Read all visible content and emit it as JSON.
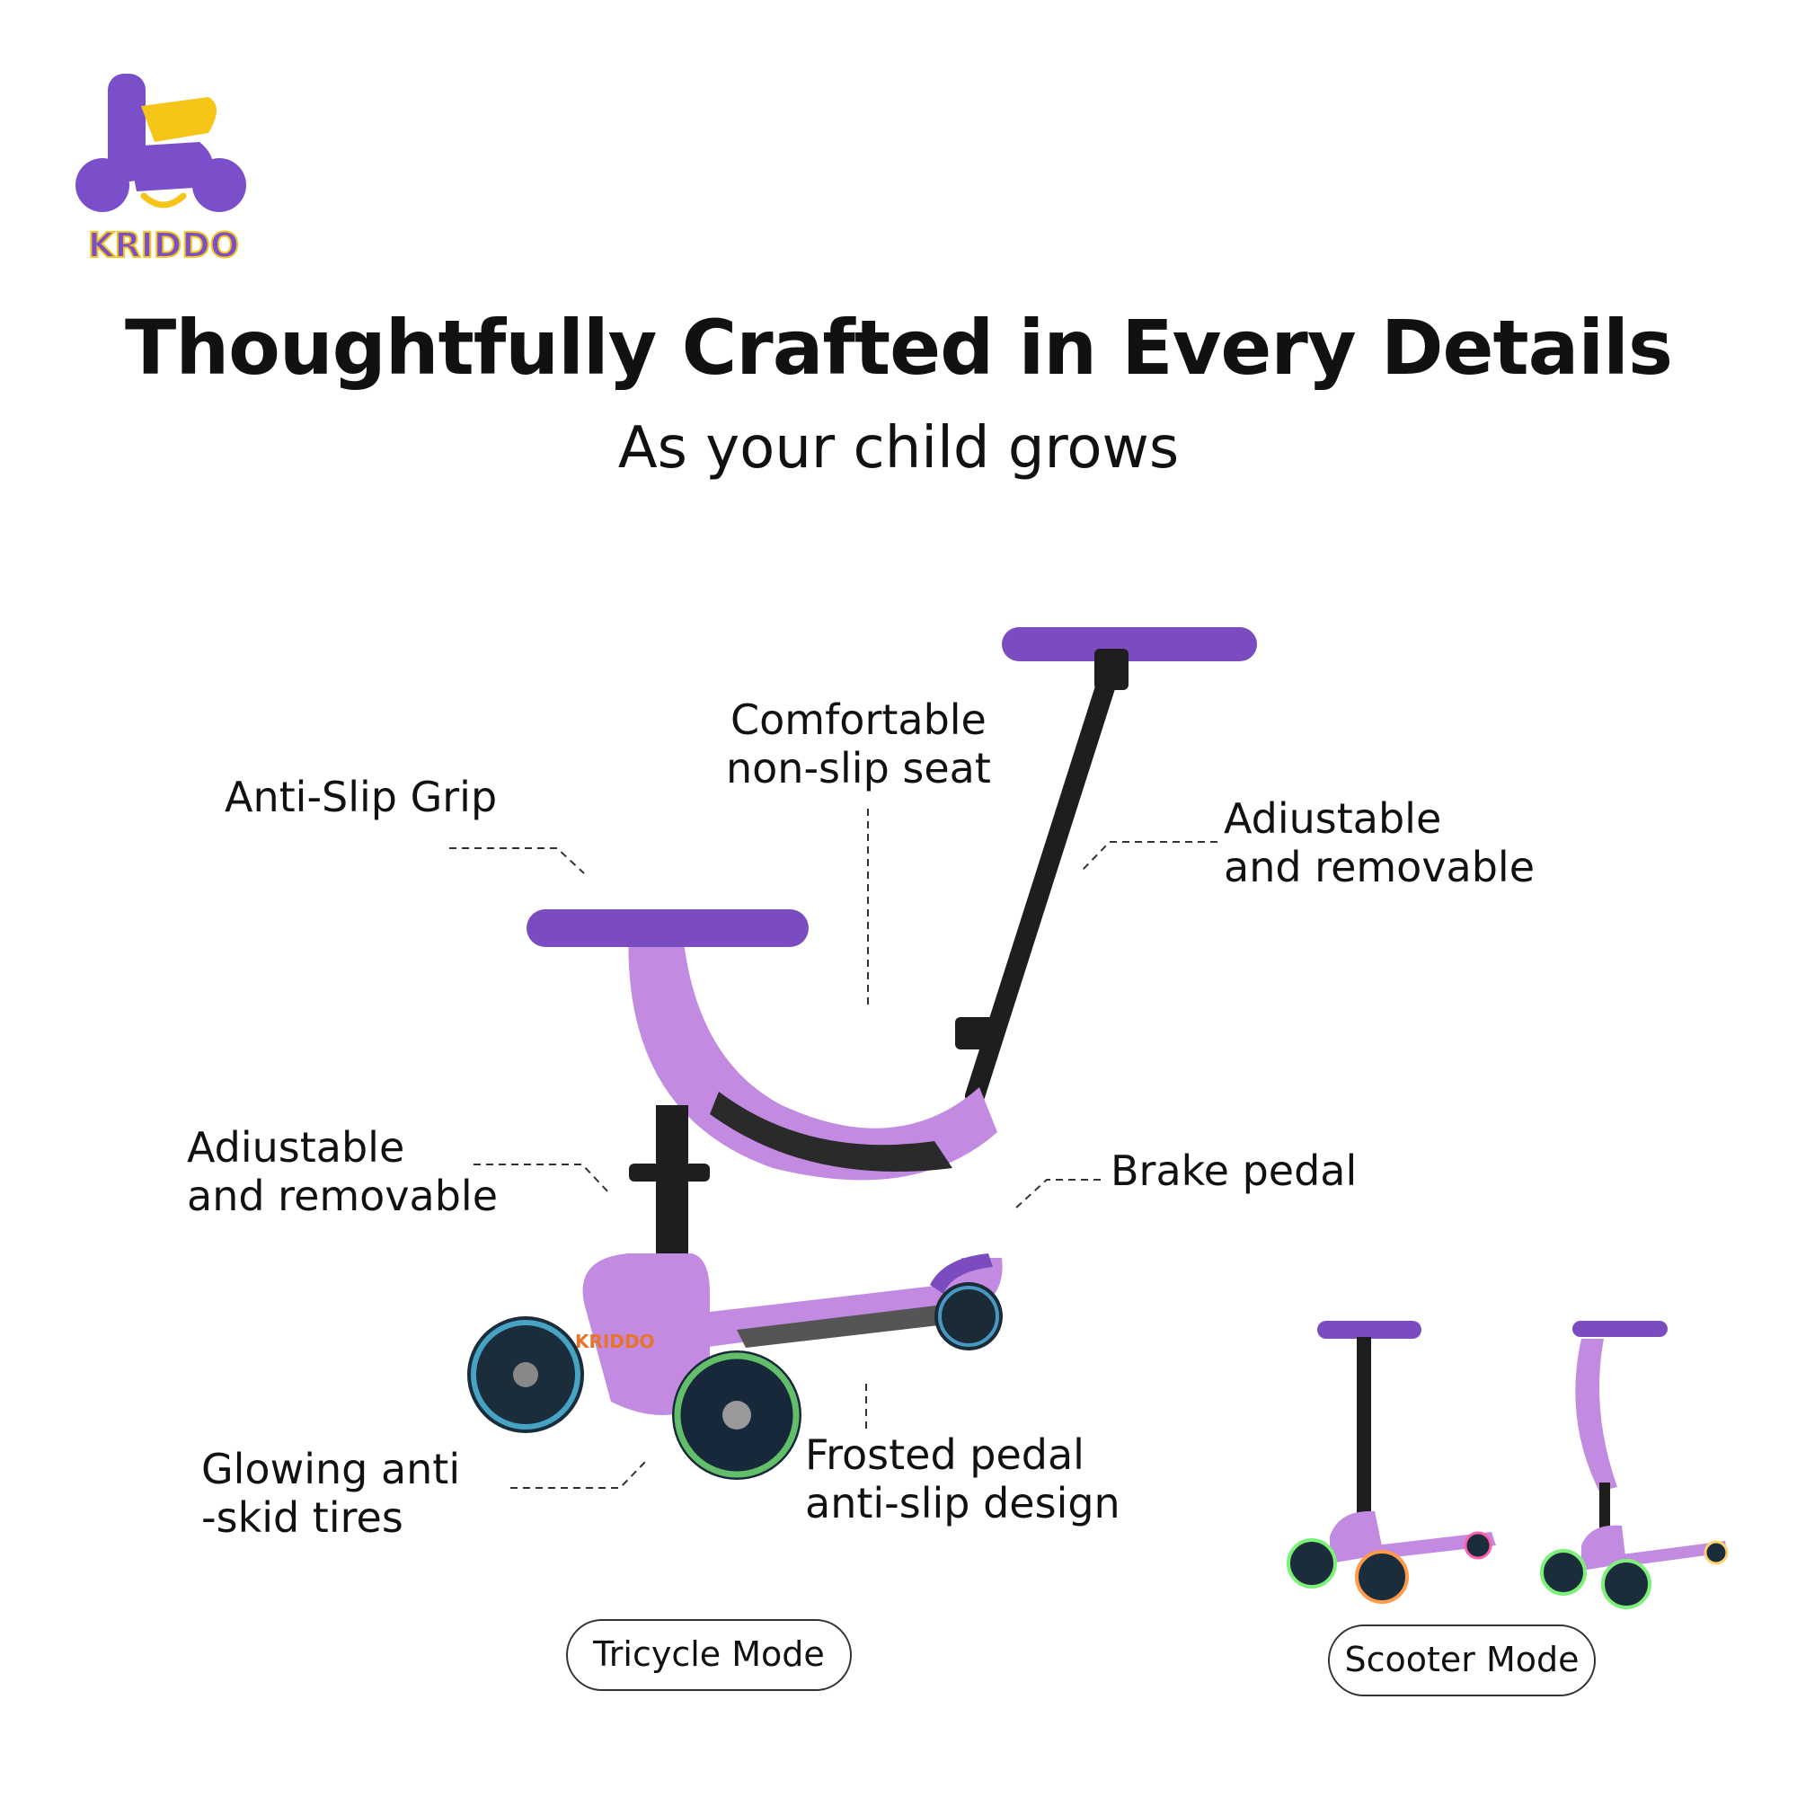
{
  "brand": {
    "name": "KRIDDO",
    "colors": {
      "purple": "#7b4fc9",
      "yellow": "#f5c518"
    }
  },
  "headline": "Thoughtfully Crafted in Every Details",
  "subheadline": "As your child grows",
  "callouts": {
    "anti_slip_grip": "Anti-Slip Grip",
    "seat": "Comfortable\nnon-slip seat",
    "adjustable_top": "Adiustable\nand removable",
    "adjustable_left": "Adiustable\nand removable",
    "brake": "Brake pedal",
    "tires": "Glowing anti\n-skid tires",
    "pedal": "Frosted pedal\nanti-slip design"
  },
  "modes": {
    "tricycle": "Tricycle Mode",
    "scooter": "Scooter Mode"
  },
  "colors": {
    "body": "#c28ae0",
    "grip": "#7a4cc0",
    "pole": "#1e1e1e",
    "deck": "#444444"
  },
  "icons": [
    "kriddo-logo-icon",
    "scooter-tricycle-illustration",
    "scooter-mode-illustration",
    "seat-mode-illustration"
  ]
}
